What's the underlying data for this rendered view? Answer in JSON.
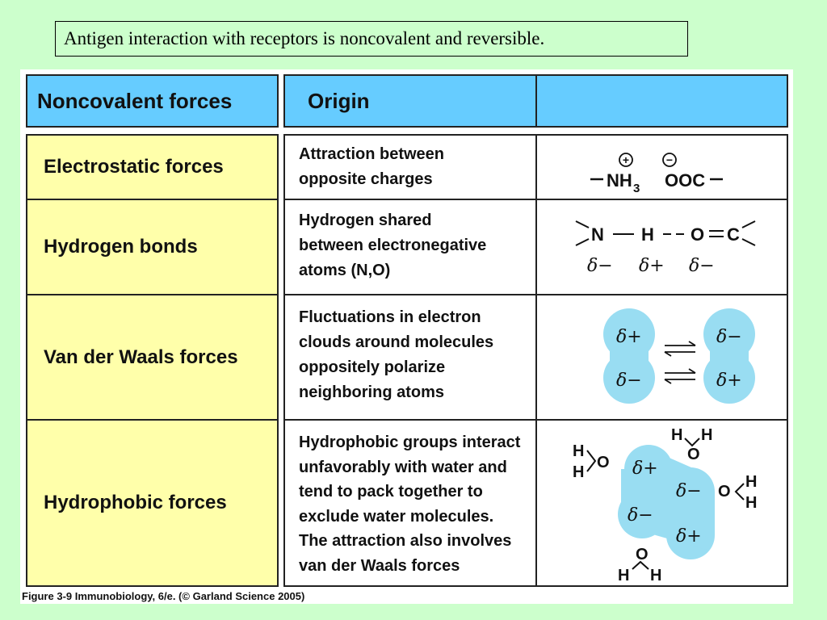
{
  "slide_title": "Antigen interaction with receptors is noncovalent and reversible.",
  "table": {
    "header": {
      "col1": "Noncovalent forces",
      "col2": "Origin",
      "col3": ""
    },
    "rows": [
      {
        "force": "Electrostatic forces",
        "origin": [
          "Attraction between",
          "opposite charges"
        ]
      },
      {
        "force": "Hydrogen bonds",
        "origin": [
          "Hydrogen shared",
          "between electronegative",
          "atoms (N,O)"
        ]
      },
      {
        "force": "Van der Waals forces",
        "origin": [
          "Fluctuations in electron",
          "clouds around molecules",
          "oppositely polarize",
          "neighboring atoms"
        ]
      },
      {
        "force": "Hydrophobic forces",
        "origin": [
          "Hydrophobic groups interact",
          "unfavorably with water and",
          "tend to pack together to",
          "exclude water molecules.",
          "The attraction also involves",
          "van der Waals forces"
        ]
      }
    ]
  },
  "diagrams": {
    "electrostatic": {
      "nh": "NH",
      "sub3": "3",
      "ooc": "OOC",
      "plus": "+",
      "minus": "−"
    },
    "hydrogen": {
      "n": "N",
      "h": "H",
      "o": "O",
      "c": "C",
      "d_minus": "δ−",
      "d_plus": "δ+"
    },
    "vdw": {
      "d_plus": "δ+",
      "d_minus": "δ−"
    },
    "hydrophobic": {
      "h": "H",
      "o": "O",
      "d_plus": "δ+",
      "d_minus": "δ−"
    }
  },
  "caption": "Figure 3-9  Immunobiology, 6/e. (© Garland Science 2005)",
  "colors": {
    "header": "#66ccff",
    "left_column": "#ffffaa",
    "background": "#ccffcc",
    "blob": "#99ddf2"
  }
}
